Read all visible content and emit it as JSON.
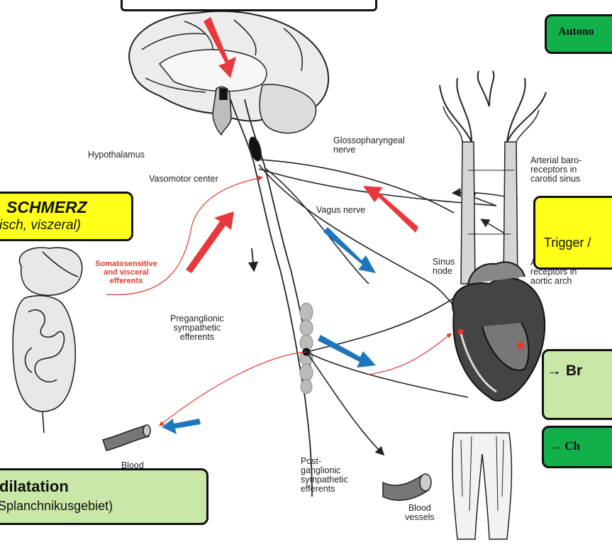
{
  "labels": {
    "hypothalamus": "Hypothalamus",
    "vasomotor_center": "Vasomotor center",
    "glossopharyngeal": "Glossopharyngeal\nnerve",
    "vagus": "Vagus nerve",
    "baro_carotid": "Arterial baro-\nreceptors in\ncarotid sinus",
    "sinus_node": "Sinus\nnode",
    "baro_aortic": "Arterial baro-\nreceptors in\naortic arch",
    "somatosensitive": "Somatosensitive\nand visceral\nefferents",
    "preganglionic": "Preganglionic\nsympathetic\nefferents",
    "blood_vessels_left": "Blood\nvessels",
    "postganglionic": "Post-\nganglionic\nsympathetic\nefferents",
    "blood_vessels_right": "Blood\nvessels"
  },
  "boxes": {
    "autonomic": "Autono",
    "schmerz_title": "SCHMERZ",
    "schmerz_sub": "isch, viszeral)",
    "trigger": "Trigger /",
    "bradykardie": "→ Br",
    "chrono": "→ Ch",
    "dilatation_title": "dilatation",
    "dilatation_sub": "Splanchnikusgebiet)"
  },
  "colors": {
    "red_arrow": "#e8383d",
    "blue_arrow": "#1d76bd",
    "yellow_box": "#ffff1a",
    "green_box": "#12b04a",
    "lightgreen_box": "#c9e7a6",
    "nerve_red": "#e0392e"
  }
}
